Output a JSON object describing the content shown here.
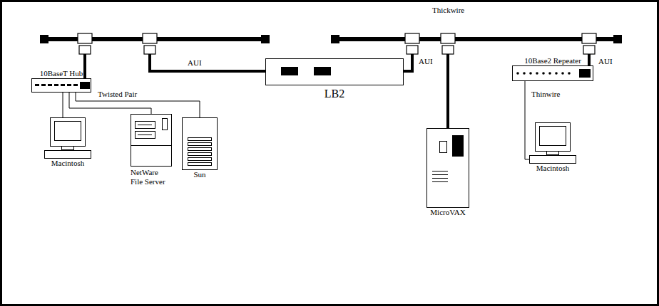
{
  "diagram": {
    "nodes": [
      {
        "text": [
          "10BaseT Hub"
        ]
      },
      {
        "text": [
          "Macintosh"
        ]
      },
      {
        "text": [
          "NetWare File Server"
        ]
      },
      {
        "text": [
          "Sun"
        ]
      },
      {
        "text": [
          "LB2"
        ]
      },
      {
        "text": [
          "MicroVAX"
        ]
      },
      {
        "text": [
          "10Base2 Repeater"
        ]
      },
      {
        "text": [
          "Macintosh"
        ]
      }
    ],
    "edges": [
      {
        "from": 0,
        "to": 1,
        "arrow": "none"
      },
      {
        "from": 0,
        "to": 2,
        "arrow": "none"
      },
      {
        "from": 0,
        "to": 3,
        "label": "Twisted Pair",
        "arrow": "none"
      },
      {
        "from": 6,
        "to": 7,
        "label": "Thinwire",
        "arrow": "none"
      }
    ],
    "labels": [
      "Thickwire",
      "AUI",
      "AUI",
      "AUI"
    ]
  }
}
